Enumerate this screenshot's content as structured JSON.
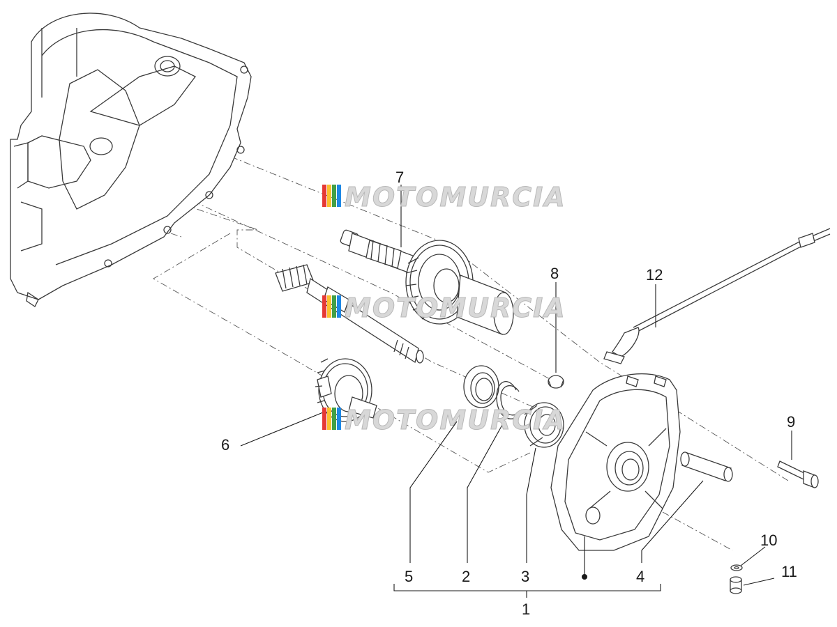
{
  "watermark": {
    "text": "MOTOMURCIA",
    "stripe_colors": [
      "#e53935",
      "#fbc02d",
      "#43a047",
      "#1e88e5"
    ]
  },
  "callouts": {
    "c1": "1",
    "c2": "2",
    "c3": "3",
    "c4": "4",
    "c5": "5",
    "c6": "6",
    "c7": "7",
    "c8": "8",
    "c9": "9",
    "c10": "10",
    "c11": "11",
    "c12": "12"
  }
}
